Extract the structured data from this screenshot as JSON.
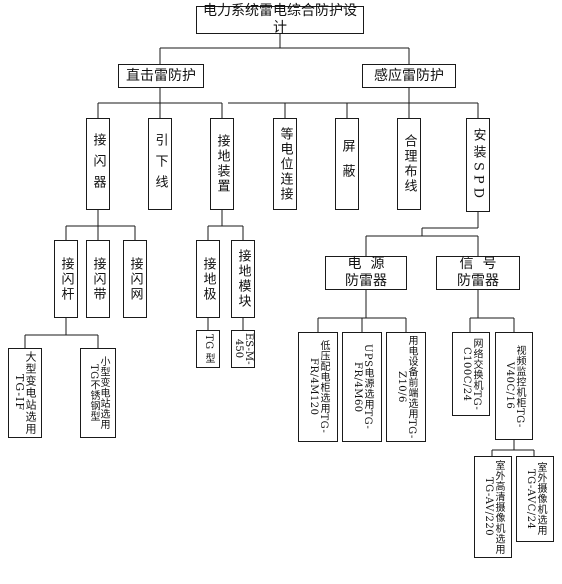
{
  "title": "电力系统雷电综合防护设计",
  "direct": {
    "label": "直击雷防护",
    "arrester": "接闪器",
    "down_conductor": "引下线",
    "grounding": "接地装置",
    "rod": "接闪杆",
    "strip": "接闪带",
    "net": "接闪网",
    "large_station": "大型变电站选用TG-IF",
    "small_station": "小型变电站选用TG不锈钢型",
    "ground_pole": "接地极",
    "ground_module": "接地模块",
    "tg_type": "TG 型",
    "es_model": "ES-M-450"
  },
  "induced": {
    "label": "感应雷防护",
    "equipotential": "等电位连接",
    "shield": "屏蔽",
    "wiring": "合理布线",
    "spd": "安装SPD",
    "power_line1": "电  源",
    "power_line2": "防雷器",
    "signal_line1": "信  号",
    "signal_line2": "防雷器",
    "lv_cabinet": "低压配电柜选用TG-FR/4M120",
    "ups": "UPS电源选用TG-FR/4M60",
    "front_equip": "用电设备前端选用TG-Z10/6",
    "network": "网络交换机TG-C100C/24",
    "video_cabinet": "视频监控机柜TG-V40C/16",
    "hd_camera": "室外高清摄像机选用TG-AV/220",
    "camera": "室外摄像机选用TG-AVC/24"
  }
}
